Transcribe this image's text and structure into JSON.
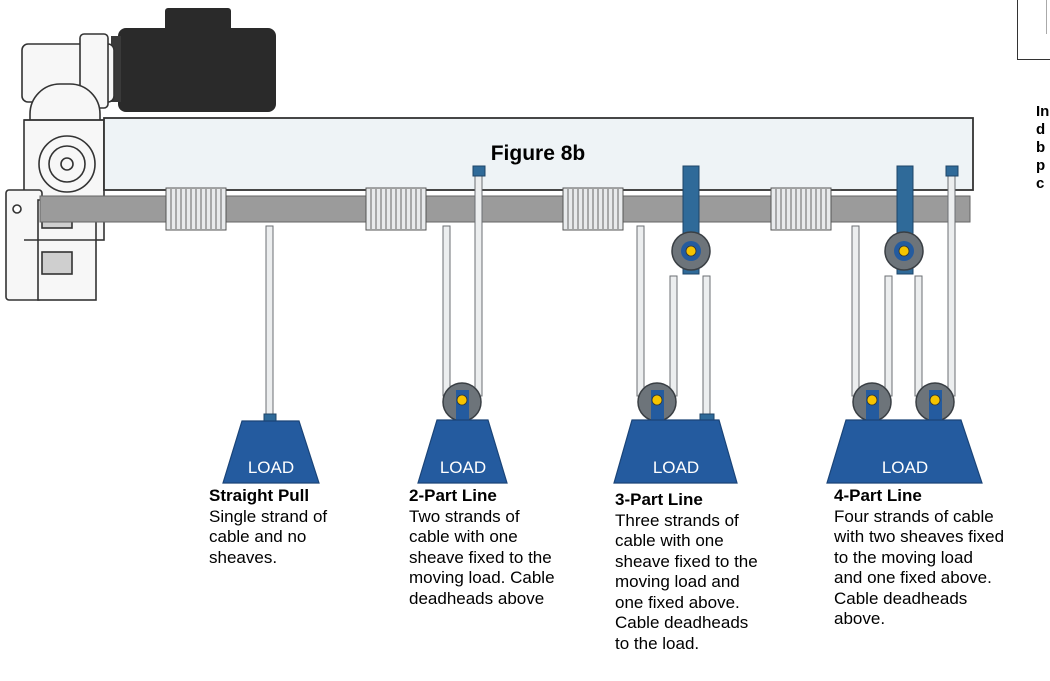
{
  "figure_label": "Figure 8b",
  "load_label": "LOAD",
  "configurations": [
    {
      "title": "Straight Pull",
      "lines": [
        "Single strand of",
        "cable and no",
        "sheaves."
      ]
    },
    {
      "title": "2-Part Line",
      "lines": [
        "Two strands of",
        "cable with one",
        "sheave fixed to the",
        "moving load. Cable",
        "deadheads above"
      ]
    },
    {
      "title": "3-Part Line",
      "lines": [
        "Three strands of",
        "cable with one",
        "sheave fixed to the",
        "moving load and",
        "one fixed above.",
        "Cable deadheads",
        "to the load."
      ]
    },
    {
      "title": "4-Part Line",
      "lines": [
        "Four strands of cable",
        "with two sheaves fixed",
        "to the moving load",
        "and one fixed above.",
        "Cable deadheads",
        "above."
      ]
    }
  ],
  "side_note": [
    "In",
    "d",
    "b",
    "p",
    "c"
  ],
  "colors": {
    "beam_fill": "#eef3f6",
    "drum_gray": "#9b9b9b",
    "load_blue": "#245b9f",
    "post_blue": "#2f6a99",
    "sheave_gray": "#6d747a",
    "axle_yellow": "#f6c400",
    "motor_black": "#2a2a2a"
  }
}
